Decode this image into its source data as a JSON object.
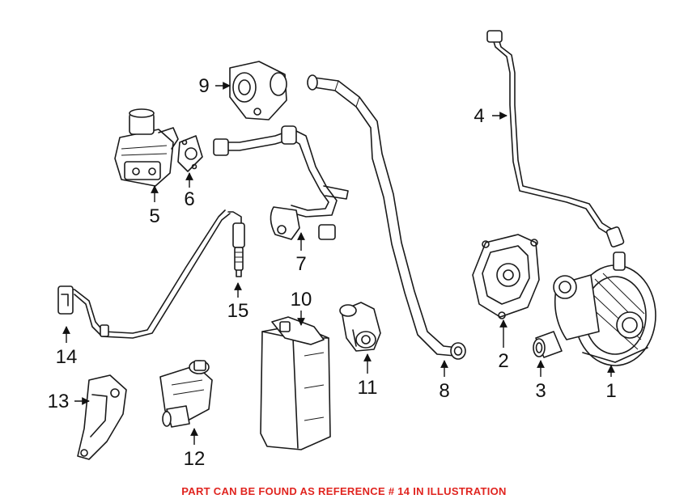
{
  "callouts": {
    "c1": "1",
    "c2": "2",
    "c3": "3",
    "c4": "4",
    "c5": "5",
    "c6": "6",
    "c7": "7",
    "c8": "8",
    "c9": "9",
    "c10": "10",
    "c11": "11",
    "c12": "12",
    "c13": "13",
    "c14": "14",
    "c15": "15"
  },
  "footer_note": "PART CAN BE FOUND AS REFERENCE # 14 IN ILLUSTRATION",
  "colors": {
    "note_color": "#e0241f",
    "line_color": "#1a1a1a"
  }
}
